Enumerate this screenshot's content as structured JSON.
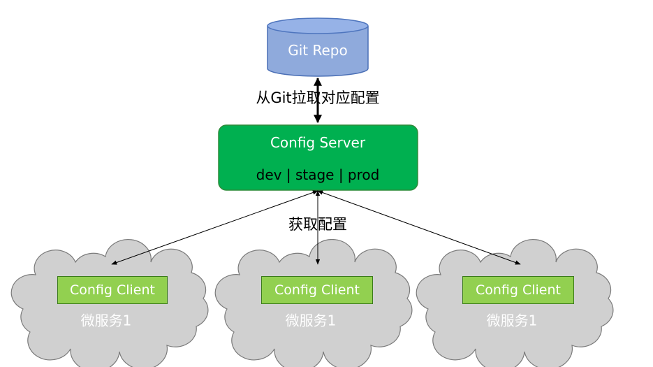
{
  "diagram": {
    "git_repo": {
      "label": "Git Repo",
      "fill": "#8faadc",
      "stroke": "#4a6fb5"
    },
    "pull_edge_label": "从Git拉取对应配置",
    "config_server": {
      "title": "Config Server",
      "environments": "dev | stage | prod",
      "fill": "#00b050",
      "stroke": "#2e8b3a"
    },
    "fetch_edge_label": "获取配置",
    "cloud_fill": "#d0d0d0",
    "cloud_stroke": "#7a7a7a",
    "clients": [
      {
        "box_label": "Config Client",
        "service_label": "微服务1"
      },
      {
        "box_label": "Config Client",
        "service_label": "微服务1"
      },
      {
        "box_label": "Config Client",
        "service_label": "微服务1"
      }
    ],
    "client_fill": "#92d050"
  }
}
